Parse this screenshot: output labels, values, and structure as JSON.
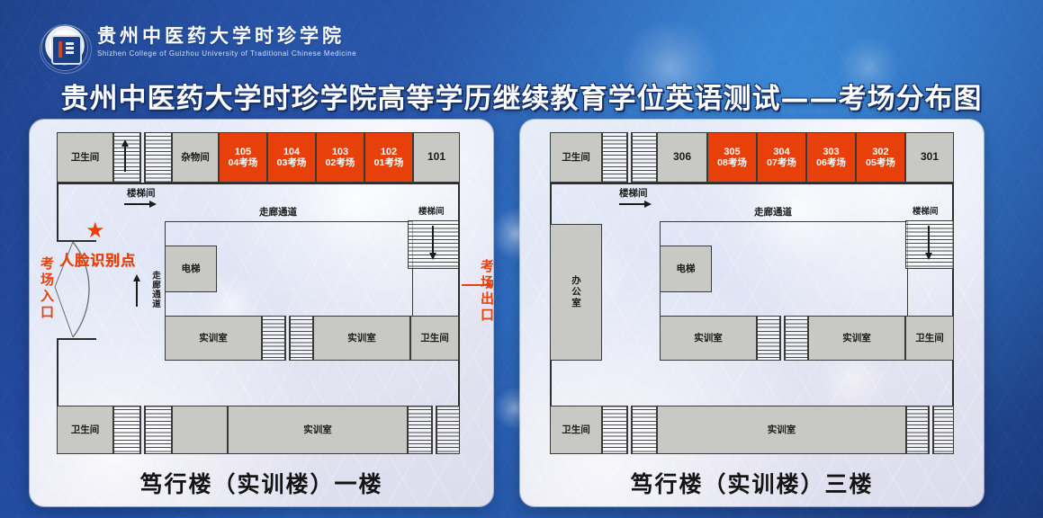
{
  "header": {
    "logo_name": "university-seal-logo",
    "university_cn": "贵州中医药大学时珍学院",
    "university_en": "Shizhen College of Guizhou University of Traditional Chinese Medicine"
  },
  "title": "贵州中医药大学时珍学院高等学历继续教育学位英语测试——考场分布图",
  "colors": {
    "exam_room": "#e8400a",
    "room_fill": "#c8c8c5",
    "wall": "#2e2e2e",
    "poster_blue": "#2a53a2",
    "panel_bg": "#e3e6f3",
    "accent_red": "#e8400a"
  },
  "panels": [
    {
      "id": "floor-1",
      "caption": "笃行楼（实训楼）一楼",
      "top_row": [
        {
          "label": "卫生间",
          "type": "room"
        },
        {
          "label": "楼梯间",
          "type": "stair",
          "arrow": "up"
        },
        {
          "label": "杂物间",
          "type": "room"
        },
        {
          "label": "105",
          "sub": "04考场",
          "type": "exam"
        },
        {
          "label": "104",
          "sub": "03考场",
          "type": "exam"
        },
        {
          "label": "103",
          "sub": "02考场",
          "type": "exam"
        },
        {
          "label": "102",
          "sub": "01考场",
          "type": "exam"
        },
        {
          "label": "101",
          "type": "room"
        }
      ],
      "labels": {
        "stair_top": "楼梯间",
        "corridor_top": "走廊通道",
        "corridor_vert": "走廊通道",
        "stair_right": "楼梯间",
        "entrance": "考场入口",
        "face_recognition": "人脸识别点",
        "exit": "考场出口",
        "elevator": "电梯"
      },
      "mid_rooms": [
        {
          "label": "实训室"
        },
        {
          "label": "实训室"
        },
        {
          "label": "卫生间"
        }
      ],
      "bottom_rooms": [
        {
          "label": "卫生间"
        },
        {
          "label": ""
        },
        {
          "label": "实训室"
        }
      ]
    },
    {
      "id": "floor-3",
      "caption": "笃行楼（实训楼）三楼",
      "top_row": [
        {
          "label": "卫生间",
          "type": "room"
        },
        {
          "label": "楼梯间",
          "type": "stair",
          "arrow": "up"
        },
        {
          "label": "306",
          "type": "room"
        },
        {
          "label": "305",
          "sub": "08考场",
          "type": "exam"
        },
        {
          "label": "304",
          "sub": "07考场",
          "type": "exam"
        },
        {
          "label": "303",
          "sub": "06考场",
          "type": "exam"
        },
        {
          "label": "302",
          "sub": "05考场",
          "type": "exam"
        },
        {
          "label": "301",
          "type": "room"
        }
      ],
      "labels": {
        "stair_top": "楼梯间",
        "corridor_top": "走廊通道",
        "stair_right": "楼梯间",
        "office": "办公室",
        "elevator": "电梯"
      },
      "mid_rooms": [
        {
          "label": "实训室"
        },
        {
          "label": "实训室"
        },
        {
          "label": "卫生间"
        }
      ],
      "bottom_rooms": [
        {
          "label": "卫生间"
        },
        {
          "label": "实训室"
        }
      ]
    }
  ]
}
